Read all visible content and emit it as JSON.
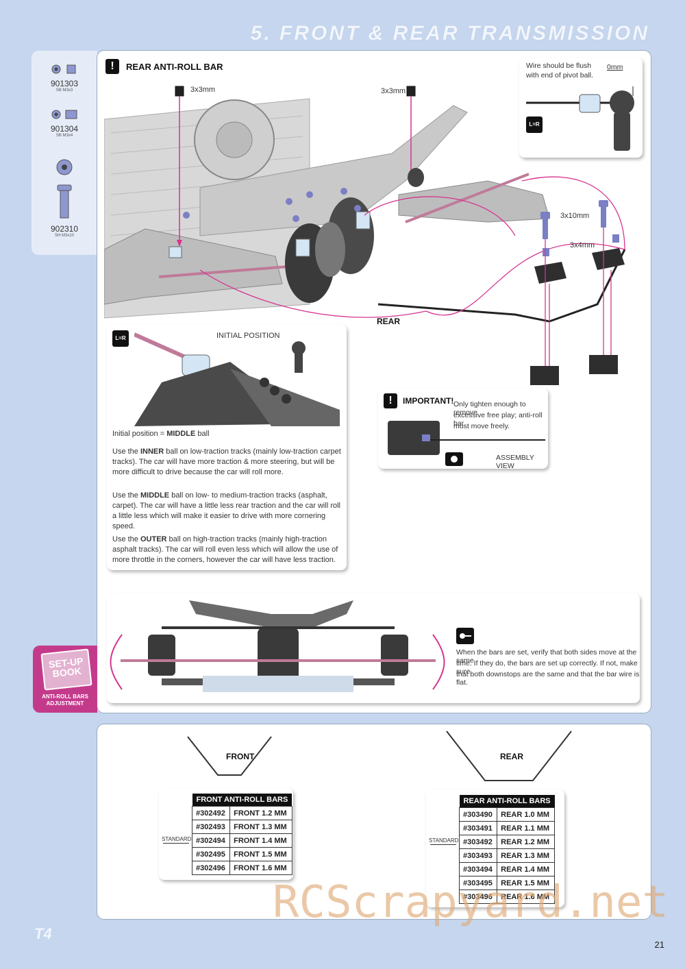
{
  "page": {
    "title": "5. FRONT & REAR TRANSMISSION",
    "number": "21",
    "brand": "T4",
    "watermark": "RCScrapyard.net"
  },
  "parts": [
    {
      "number": "901303",
      "spec": "SB M3x3"
    },
    {
      "number": "901304",
      "spec": "SB M3x4"
    },
    {
      "number": "902310",
      "spec": "SH M3x10"
    }
  ],
  "section": {
    "icon": "!",
    "title": "REAR ANTI-ROLL BAR",
    "spacer_left": "3x3mm",
    "spacer_right": "3x3mm",
    "screw_label": "3x10mm",
    "setscrew_label": "3x4mm",
    "rear_label": "REAR"
  },
  "note_wire": {
    "text_line1": "Wire should be flush",
    "text_line2": "with end of pivot ball.",
    "gap": "0mm",
    "lr_icon": "L=R"
  },
  "position_panel": {
    "lr_icon": "L=R",
    "initial_label": "INITIAL POSITION",
    "initial_prefix": "Initial position = ",
    "initial_value": "MIDDLE",
    "initial_suffix": " ball",
    "p1_pre": "Use the ",
    "p1_key": "INNER",
    "p1_post": " ball on low-traction tracks (mainly low-traction carpet tracks). The car will have more traction & more steering, but will be more difficult to drive because the car will roll more.",
    "p2_pre": "Use the ",
    "p2_key": "MIDDLE",
    "p2_post": " ball on low- to medium-traction tracks (asphalt, carpet). The car will have a little less rear traction and the car will roll a little less which will make it easier to drive with more cornering speed.",
    "p3_pre": "Use the ",
    "p3_key": "OUTER",
    "p3_post": " ball on high-traction tracks (mainly high-traction asphalt tracks). The car will roll even less which will allow the use of more throttle in the corners, however the car will have less traction."
  },
  "important_panel": {
    "icon": "!",
    "title": "IMPORTANT!",
    "line1": "Only tighten enough to remove",
    "line2": "excessive free play; anti-roll bar",
    "line3": "must move freely.",
    "assembly_label": "ASSEMBLY VIEW"
  },
  "check_panel": {
    "line1": "When the bars are set, verify that both sides move at the same",
    "line2": "time. If they do, the bars are set up correctly. If not, make sure",
    "line3": "that both downstops are the same and that the bar wire is flat."
  },
  "setup_book": {
    "line1": "SET-UP",
    "line2": "BOOK",
    "caption1": "ANTI-ROLL BARS",
    "caption2": "ADJUSTMENT"
  },
  "front_bars": {
    "label": "FRONT",
    "header": "FRONT ANTI-ROLL BARS",
    "standard_label": "STANDARD",
    "rows": [
      {
        "code": "#302492",
        "desc": "FRONT 1.2 MM"
      },
      {
        "code": "#302493",
        "desc": "FRONT 1.3 MM"
      },
      {
        "code": "#302494",
        "desc": "FRONT 1.4 MM"
      },
      {
        "code": "#302495",
        "desc": "FRONT 1.5 MM"
      },
      {
        "code": "#302496",
        "desc": "FRONT 1.6 MM"
      }
    ]
  },
  "rear_bars": {
    "label": "REAR",
    "header": "REAR ANTI-ROLL BARS",
    "standard_label": "STANDARD",
    "rows": [
      {
        "code": "#303490",
        "desc": "REAR 1.0 MM"
      },
      {
        "code": "#303491",
        "desc": "REAR 1.1 MM"
      },
      {
        "code": "#303492",
        "desc": "REAR 1.2 MM"
      },
      {
        "code": "#303493",
        "desc": "REAR 1.3 MM"
      },
      {
        "code": "#303494",
        "desc": "REAR 1.4 MM"
      },
      {
        "code": "#303495",
        "desc": "REAR 1.5 MM"
      },
      {
        "code": "#303496",
        "desc": "REAR 1.6 MM"
      }
    ]
  },
  "colors": {
    "background": "#c5d6ee",
    "accent_magenta": "#c43a8b",
    "arrow_pink": "#d6338f",
    "part_blue": "#6f7fc8"
  }
}
